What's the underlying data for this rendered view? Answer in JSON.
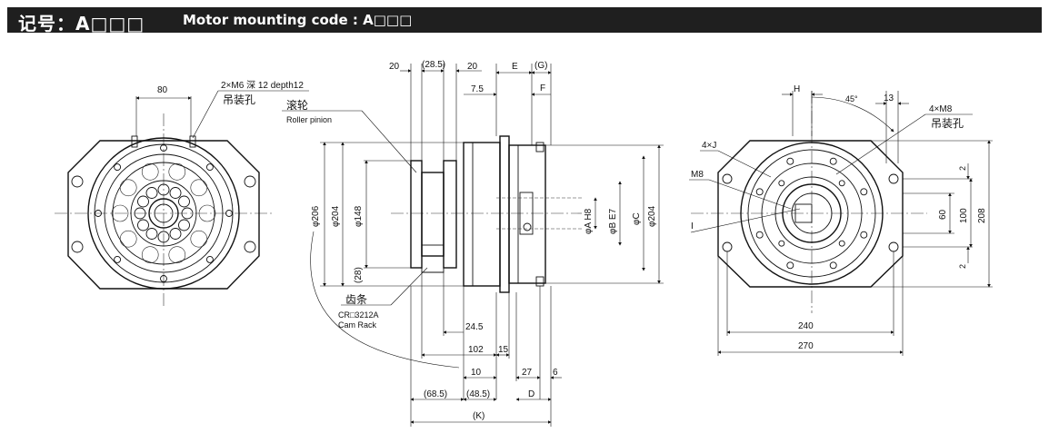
{
  "header": {
    "title_cn": "记号：A□□□",
    "title_en": "Motor mounting code : A□□□"
  },
  "left_view": {
    "dim_80": "80",
    "hole_note_1": "2×M6 深 12 depth12",
    "hole_note_2": "吊装孔"
  },
  "side_view": {
    "dims_top": [
      "20",
      "(28.5)",
      "20",
      "E",
      "(G)",
      "7.5",
      "F"
    ],
    "roller_cn": "滚轮",
    "roller_en": "Roller pinion",
    "dims_vertical": [
      "φ206",
      "φ204",
      "φ148",
      "(28)"
    ],
    "bore_labels": [
      "φA H8",
      "φB E7",
      "φC",
      "φ204"
    ],
    "rack_cn": "齿条",
    "rack_en_1": "CR□3212A",
    "rack_en_2": "Cam Rack",
    "dims_bottom": [
      "24.5",
      "102",
      "15",
      "10",
      "27",
      "6",
      "(68.5)",
      "(48.5)",
      "D",
      "(K)"
    ]
  },
  "right_view": {
    "dim_H": "H",
    "angle": "45°",
    "dim_13": "13",
    "hole_note_1": "4×M8",
    "hole_note_2": "吊装孔",
    "label_4J": "4×J",
    "label_M8": "M8",
    "label_I": "I",
    "dims_right": [
      "2",
      "60",
      "100",
      "208",
      "2"
    ],
    "dims_bottom": [
      "240",
      "270"
    ]
  }
}
